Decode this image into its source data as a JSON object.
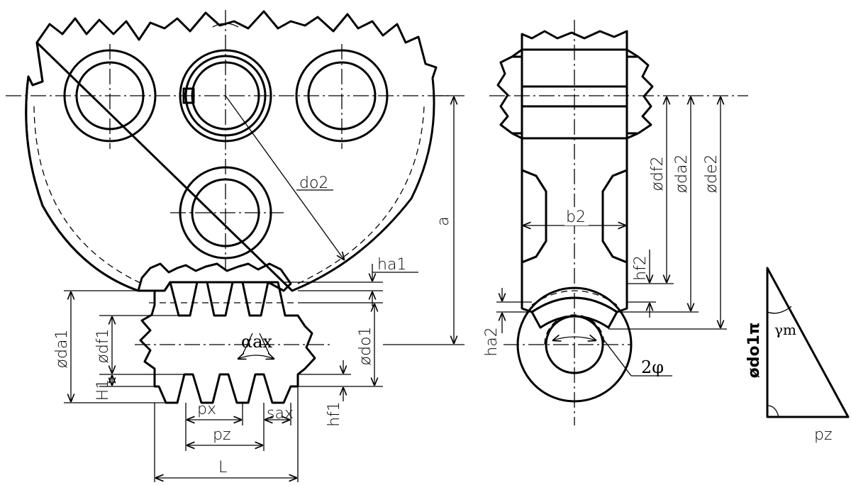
{
  "labels": {
    "d_o2": "do2",
    "a": "a",
    "h_a1": "ha1",
    "d_a1": "øda1",
    "d_f1": "ødf1",
    "H_1": "H1",
    "d_o1": "ødo1",
    "alpha_ax": "αax",
    "p_x": "px",
    "s_ax": "sax",
    "h_f1": "hf1",
    "p_z": "pz",
    "L": "L",
    "d_f2": "ødf2",
    "d_a2": "øda2",
    "d_e2": "øde2",
    "b_2": "b2",
    "h_f2": "hf2",
    "h_a2": "ha2",
    "two_phi": "2φ",
    "d_o1_pi": "ødo1π",
    "gamma_m": "γm",
    "p_z_triangle": "pz"
  }
}
